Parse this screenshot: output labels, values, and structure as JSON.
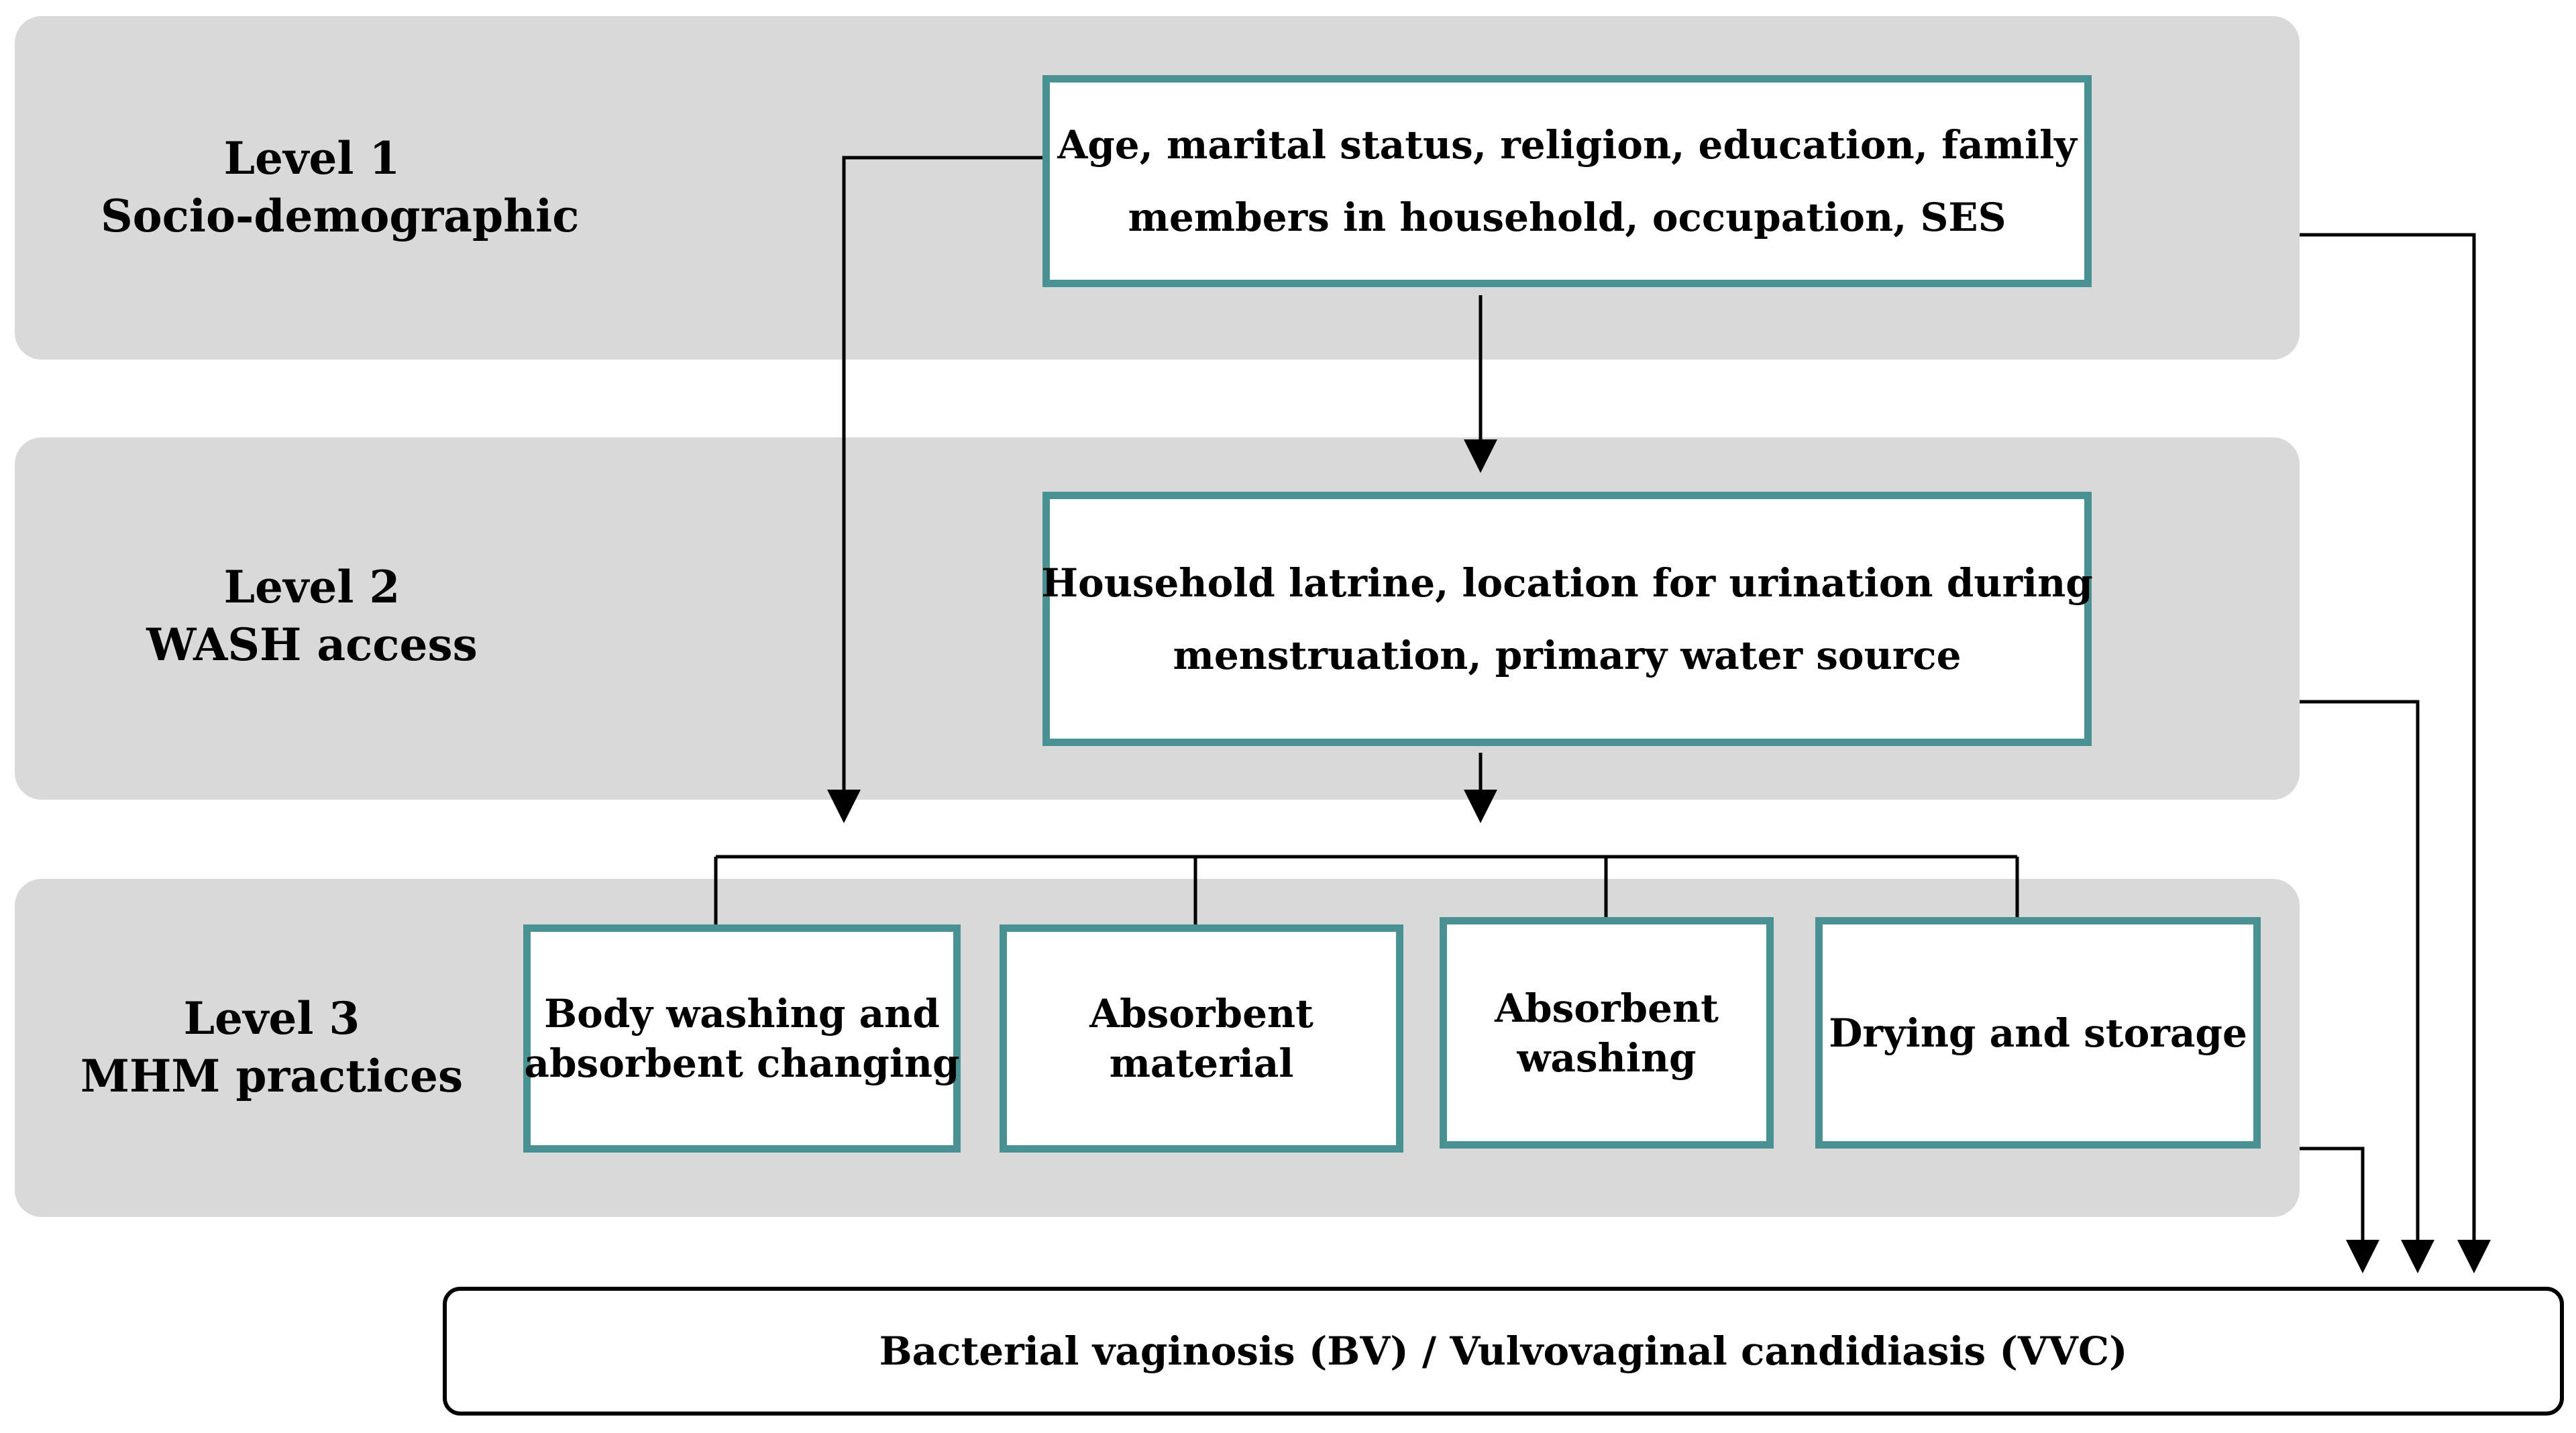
{
  "levels": [
    {
      "title": "Level 1",
      "subtitle": "Socio-demographic"
    },
    {
      "title": "Level 2",
      "subtitle": "WASH access"
    },
    {
      "title": "Level 3",
      "subtitle": "MHM practices"
    }
  ],
  "level1_box": {
    "line1": "Age, marital status, religion, education, family",
    "line2": "members in household, occupation, SES"
  },
  "level2_box": {
    "line1": "Household latrine, location for urination during",
    "line2": "menstruation, primary water source"
  },
  "mhm_boxes": [
    {
      "line1": "Body washing and",
      "line2": "absorbent changing"
    },
    {
      "line1": "Absorbent",
      "line2": "material"
    },
    {
      "line1": "Absorbent",
      "line2": "washing"
    },
    {
      "line1": "Drying and storage"
    }
  ],
  "outcome": {
    "label": "Bacterial vaginosis (BV) / Vulvovaginal candidiasis (VVC)"
  },
  "colors": {
    "band": "#d9d9d9",
    "box_border": "#4a9193",
    "arrow": "#000000"
  }
}
